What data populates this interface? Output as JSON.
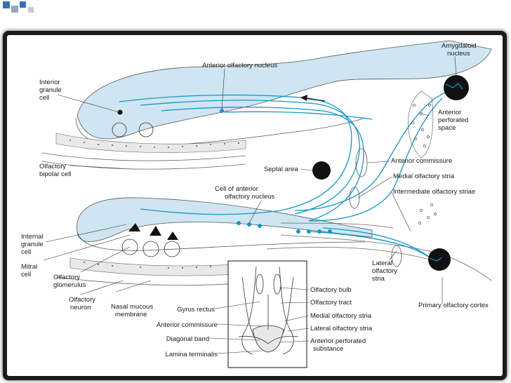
{
  "colors": {
    "accent": "#1596c8",
    "tissue": "#cfe6f2",
    "frame": "#1b1b1b",
    "bullet_blue": "#3b6fb5",
    "bullet_gray": "#9aa6b8"
  },
  "labels": {
    "amygdaloid": [
      "Amygdaloid",
      "nucleus"
    ],
    "anterior_olfactory_nucleus": "Anterior olfactory nucleus",
    "interior_granule": [
      "Interior",
      "granule",
      "cell"
    ],
    "anterior_perforated_space": [
      "Anterior",
      "perforated",
      "space"
    ],
    "olfactory_bipolar": [
      "Olfactory",
      "bipolar cell"
    ],
    "septal_area": "Septal area",
    "anterior_commissure": "Anterior commissure",
    "medial_olfactory_stria": "Medial olfactory stria",
    "intermediate_olfactory_striae": "Intermediate olfactory striae",
    "cell_of_anterior": [
      "Cell of anterior",
      "olfactory nucleus"
    ],
    "internal_granule": [
      "Internal",
      "granule",
      "cell"
    ],
    "mitral_cell": [
      "Mitral",
      "cell"
    ],
    "olfactory_glomerulus": [
      "Olfactory",
      "glomerulus"
    ],
    "olfactory_neuron": [
      "Olfactory",
      "neuron"
    ],
    "nasal_mucous": [
      "Nasal mucous",
      "membrane"
    ],
    "lateral_olfactory_stria": [
      "Lateral",
      "olfactory",
      "stria"
    ],
    "primary_olfactory_cortex": "Primary olfactory cortex"
  },
  "inset_labels": {
    "left": [
      "Gyrus rectus",
      "Anterior commissure",
      "Diagonal band",
      "Lamina terminalis"
    ],
    "right": [
      "Olfactory bulb",
      "Olfactory tract",
      "Medial olfactory stria",
      "Lateral olfactory stria",
      "Anterior perforated",
      "substance"
    ]
  },
  "icons": [
    "bullet-square-icon",
    "arrow-left-icon"
  ]
}
